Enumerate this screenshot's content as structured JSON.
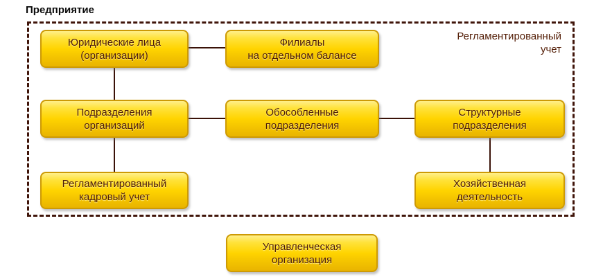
{
  "title": "Предприятие",
  "frame": {
    "label": "Регламентированный\nучет"
  },
  "nodes": [
    {
      "id": "legal-entities",
      "label": "Юридические лица\n(организации)"
    },
    {
      "id": "branches",
      "label": "Филиалы\nна отдельном балансе"
    },
    {
      "id": "org-divisions",
      "label": "Подразделения\nорганизаций"
    },
    {
      "id": "separate-divisions",
      "label": "Обособленные\nподразделения"
    },
    {
      "id": "structural-divisions",
      "label": "Структурные\nподразделения"
    },
    {
      "id": "regulated-hr",
      "label": "Регламентированный\nкадровый учет"
    },
    {
      "id": "business-activity",
      "label": "Хозяйственная\nдеятельность"
    },
    {
      "id": "management-org",
      "label": "Управленческая\nорганизация"
    }
  ],
  "palette": {
    "background": "#ffffff",
    "title_text": "#0b0b0b",
    "frame_border": "#40150a",
    "frame_label_text": "#552009",
    "node_fill_top": "#ffef8a",
    "node_fill_mid": "#ffd400",
    "node_fill_bottom": "#e9b400",
    "node_border": "#cd9a05",
    "node_text": "#4d1c08",
    "connector": "#3a1208"
  }
}
